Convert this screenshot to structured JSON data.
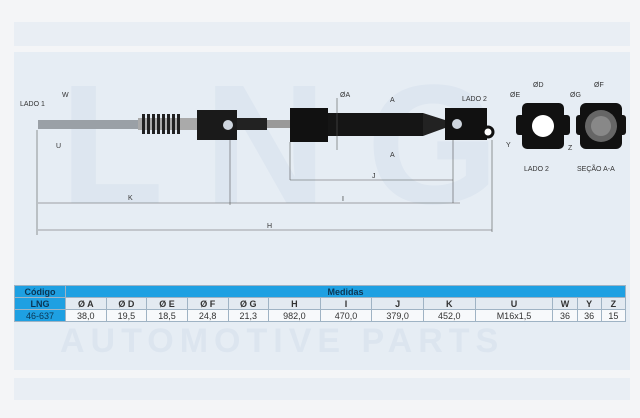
{
  "watermark": {
    "brand": "LNG",
    "tagline": "AUTOMOTIVE PARTS"
  },
  "drawing": {
    "labels": {
      "lado1": "LADO 1",
      "lado2": "LADO 2",
      "lado2_view": "LADO 2",
      "secao": "SEÇÃO A-A",
      "w": "W",
      "u": "U",
      "k": "K",
      "h": "H",
      "i": "I",
      "j": "J",
      "a": "A",
      "phi_a": "ØA",
      "phi_d": "ØD",
      "phi_e": "ØE",
      "phi_f": "ØF",
      "phi_g": "ØG",
      "y": "Y",
      "z": "Z"
    }
  },
  "table": {
    "codigo_header": "Código",
    "medidas_header": "Medidas",
    "brand_label": "LNG",
    "columns": [
      "Ø A",
      "Ø D",
      "Ø E",
      "Ø F",
      "Ø G",
      "H",
      "I",
      "J",
      "K",
      "U",
      "W",
      "Y",
      "Z"
    ],
    "code": "46-637",
    "values": [
      "38,0",
      "19,5",
      "18,5",
      "24,8",
      "21,3",
      "982,0",
      "470,0",
      "379,0",
      "452,0",
      "M16x1,5",
      "36",
      "36",
      "15"
    ]
  },
  "colors": {
    "accent": "#1ea0e2"
  }
}
